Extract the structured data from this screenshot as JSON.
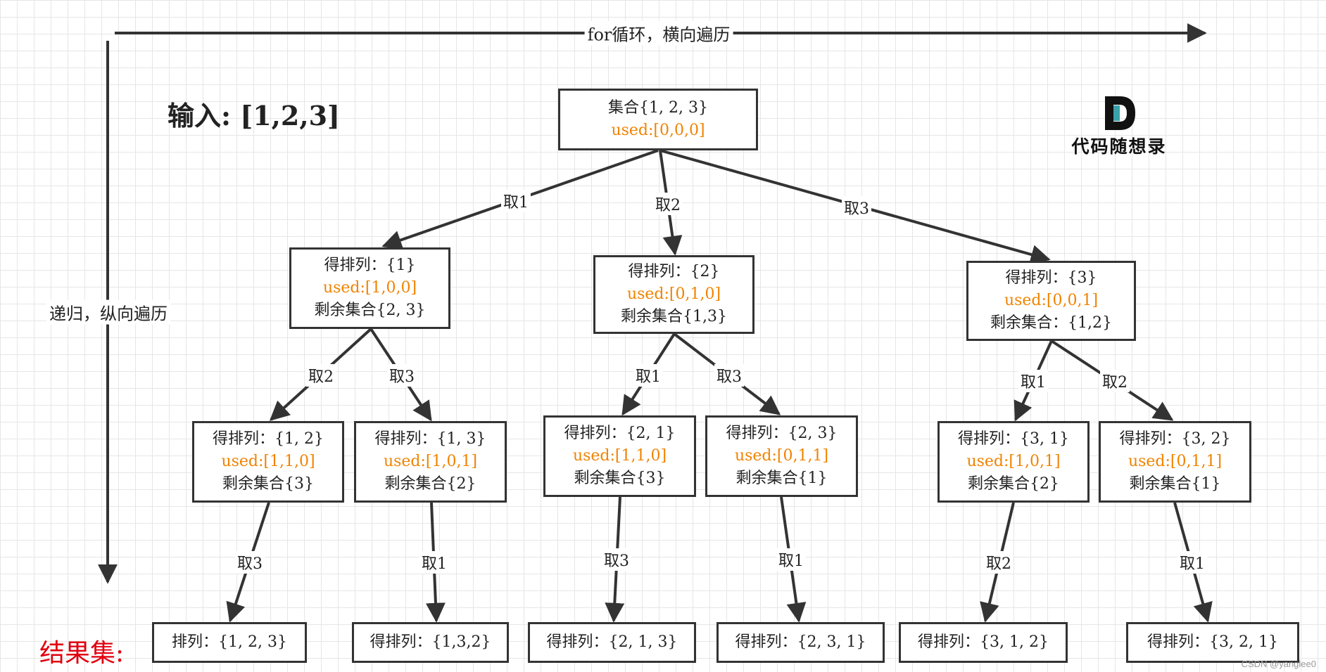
{
  "axes": {
    "horizontal_label": "for循环，横向遍历",
    "vertical_label": "递归，纵向遍历"
  },
  "input_title": "输入: [1,2,3]",
  "result_title": "结果集:",
  "logo": {
    "text": "代码随想录",
    "icon": "d-logo-icon"
  },
  "watermark": "CSDN @yanglee0",
  "colors": {
    "used": "#f08300",
    "result": "#e0000f",
    "stroke": "#333333"
  },
  "nodes": {
    "root": {
      "line1": "集合{1, 2, 3}",
      "used": "used:[0,0,0]"
    },
    "n1": {
      "line1": "得排列：{1}",
      "used": "used:[1,0,0]",
      "line3": "剩余集合{2, 3}"
    },
    "n2": {
      "line1": "得排列：{2}",
      "used": "used:[0,1,0]",
      "line3": "剩余集合{1,3}"
    },
    "n3": {
      "line1": "得排列：{3}",
      "used": "used:[0,0,1]",
      "line3": "剩余集合：{1,2}"
    },
    "n12": {
      "line1": "得排列：{1, 2}",
      "used": "used:[1,1,0]",
      "line3": "剩余集合{3}"
    },
    "n13": {
      "line1": "得排列：{1, 3}",
      "used": "used:[1,0,1]",
      "line3": "剩余集合{2}"
    },
    "n21": {
      "line1": "得排列：{2, 1}",
      "used": "used:[1,1,0]",
      "line3": "剩余集合{3}"
    },
    "n23": {
      "line1": "得排列：{2, 3}",
      "used": "used:[0,1,1]",
      "line3": "剩余集合{1}"
    },
    "n31": {
      "line1": "得排列：{3, 1}",
      "used": "used:[1,0,1]",
      "line3": "剩余集合{2}"
    },
    "n32": {
      "line1": "得排列：{3, 2}",
      "used": "used:[0,1,1]",
      "line3": "剩余集合{1}"
    },
    "r123": {
      "line1": "排列：{1, 2, 3}"
    },
    "r132": {
      "line1": "得排列：{1,3,2}"
    },
    "r213": {
      "line1": "得排列：{2, 1, 3}"
    },
    "r231": {
      "line1": "得排列：{2, 3, 1}"
    },
    "r312": {
      "line1": "得排列：{3, 1, 2}"
    },
    "r321": {
      "line1": "得排列：{3, 2, 1}"
    }
  },
  "edges": {
    "root_n1": "取1",
    "root_n2": "取2",
    "root_n3": "取3",
    "n1_n12": "取2",
    "n1_n13": "取3",
    "n2_n21": "取1",
    "n2_n23": "取3",
    "n3_n31": "取1",
    "n3_n32": "取2",
    "n12_r123": "取3",
    "n13_r132": "取1",
    "n21_r213": "取3",
    "n23_r231": "取1",
    "n31_r312": "取2",
    "n32_r321": "取1"
  }
}
